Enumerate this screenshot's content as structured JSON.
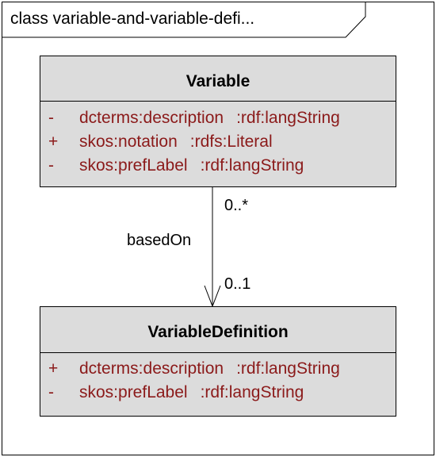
{
  "diagram": {
    "title": "class variable-and-variable-defi..."
  },
  "classes": {
    "variable": {
      "name": "Variable",
      "attributes": [
        {
          "visibility": "-",
          "name": "dcterms:description",
          "type": ":rdf:langString"
        },
        {
          "visibility": "+",
          "name": "skos:notation",
          "type": ":rdfs:Literal"
        },
        {
          "visibility": "-",
          "name": "skos:prefLabel",
          "type": ":rdf:langString"
        }
      ]
    },
    "variable_definition": {
      "name": "VariableDefinition",
      "attributes": [
        {
          "visibility": "+",
          "name": "dcterms:description",
          "type": ":rdf:langString"
        },
        {
          "visibility": "-",
          "name": "skos:prefLabel",
          "type": ":rdf:langString"
        }
      ]
    }
  },
  "association": {
    "name": "basedOn",
    "source_multiplicity": "0..*",
    "target_multiplicity": "0..1"
  },
  "colors": {
    "class_fill": "#dcdcdc",
    "attribute_text": "#8b1a1a",
    "line": "#000000"
  }
}
